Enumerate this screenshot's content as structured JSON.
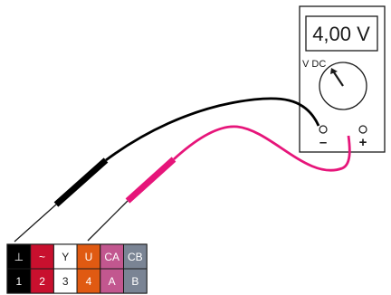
{
  "multimeter": {
    "display": "4,00 V",
    "mode": "V DC",
    "minus_label": "–",
    "plus_label": "+"
  },
  "terminal_block": {
    "columns": [
      {
        "symbol": "⊥",
        "number": "1",
        "color": "#000000",
        "text_color": "#ffffff"
      },
      {
        "symbol": "~",
        "number": "2",
        "color": "#c8102e",
        "text_color": "#ffffff"
      },
      {
        "symbol": "Y",
        "number": "3",
        "color": "#ffffff",
        "text_color": "#1a1a1a"
      },
      {
        "symbol": "U",
        "number": "4",
        "color": "#e05a12",
        "text_color": "#ffffff"
      },
      {
        "symbol": "CA",
        "number": "A",
        "color": "#c2578f",
        "text_color": "#ffffff"
      },
      {
        "symbol": "CB",
        "number": "B",
        "color": "#7a8494",
        "text_color": "#ffffff"
      }
    ]
  },
  "colors": {
    "black_probe": "#000000",
    "red_probe": "#e6157a",
    "outline": "#1a1a1a"
  }
}
